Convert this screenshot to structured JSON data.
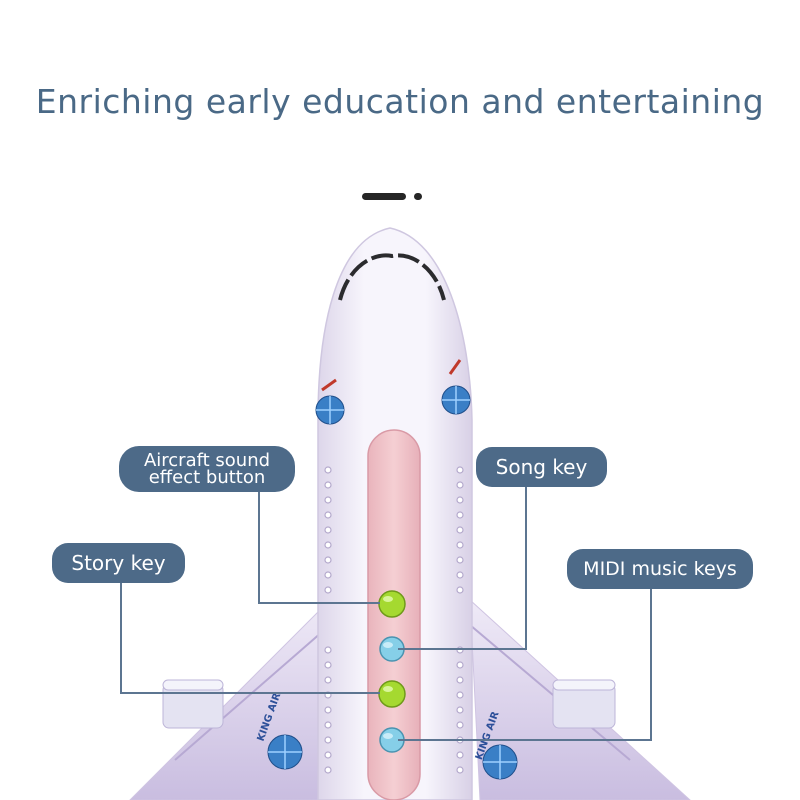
{
  "headline": "Enriching early education and entertaining",
  "labels": {
    "aircraft_sound": "Aircraft sound effect button",
    "song_key": "Song key",
    "story_key": "Story key",
    "midi_keys": "MIDI music keys"
  },
  "decal_text": "KING AIR",
  "colors": {
    "headline": "#4a6986",
    "label_pill": "#4d6a88",
    "body": "#f1eef8",
    "panel": "#f2c7cc",
    "green_button": "#a5d930",
    "blue_button": "#86cfe8"
  },
  "icons": [
    "globe-emblem-icon"
  ]
}
